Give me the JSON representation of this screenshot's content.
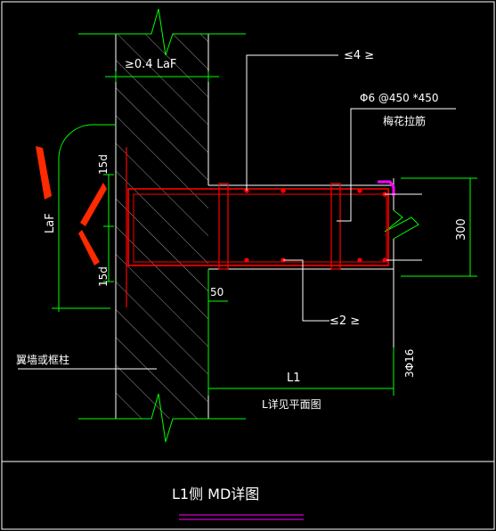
{
  "labels": {
    "top_dim": "≥0.4 LaF",
    "top_callout": "≤4 ≥",
    "stirrup_spec": "Φ6 @450 *450",
    "stirrup_name": "梅花拉筋",
    "left_dim": "LaF",
    "upper_hook": "15d",
    "lower_hook": "15d",
    "offset_dim": "50",
    "bottom_callout": "≤2 ≥",
    "wall_label": "翼墙或框柱",
    "span_label": "L1",
    "span_note": "L详见平面图",
    "height_dim": "300",
    "bottom_bars": "3Φ16"
  },
  "title": {
    "text": "L1侧    MD详图"
  },
  "colors": {
    "background": "#000000",
    "line": "#ffffff",
    "dimension": "#00ff00",
    "rebar": "#ff0000",
    "hook": "#ff00ff",
    "arrow": "#ff2a00",
    "title_underline": "#ff00ff"
  }
}
